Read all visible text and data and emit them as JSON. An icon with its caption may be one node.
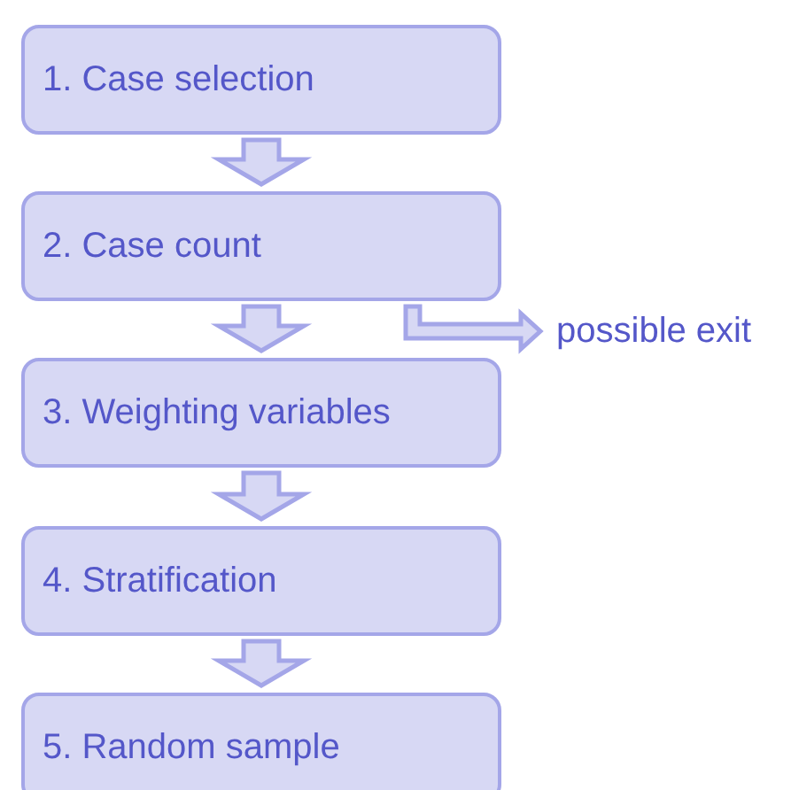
{
  "diagram": {
    "nodes": [
      {
        "text": [
          "1. Case selection"
        ]
      },
      {
        "text": [
          "2. Case count"
        ]
      },
      {
        "text": [
          "3. Weighting variables"
        ]
      },
      {
        "text": [
          "4. Stratification"
        ]
      },
      {
        "text": [
          "5. Random sample"
        ]
      },
      {
        "text": [
          "possible exit"
        ]
      }
    ],
    "edges": [
      {
        "from": 0,
        "to": 1,
        "arrow": "to"
      },
      {
        "from": 1,
        "to": 2,
        "arrow": "to"
      },
      {
        "from": 2,
        "to": 3,
        "arrow": "to"
      },
      {
        "from": 3,
        "to": 4,
        "arrow": "to"
      },
      {
        "from": 1,
        "to": 5,
        "arrow": "to"
      }
    ]
  }
}
